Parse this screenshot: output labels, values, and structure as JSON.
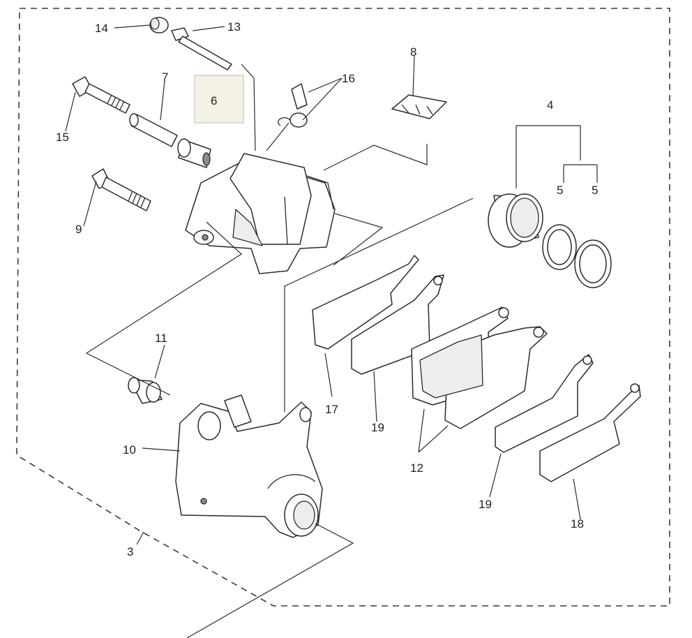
{
  "highlight_color": "#f4f1e6",
  "callouts": [
    {
      "id": "label-3",
      "text": "3"
    },
    {
      "id": "label-4",
      "text": "4"
    },
    {
      "id": "label-5a",
      "text": "5"
    },
    {
      "id": "label-5b",
      "text": "5"
    },
    {
      "id": "label-6",
      "text": "6"
    },
    {
      "id": "label-7",
      "text": "7"
    },
    {
      "id": "label-8",
      "text": "8"
    },
    {
      "id": "label-9",
      "text": "9"
    },
    {
      "id": "label-10",
      "text": "10"
    },
    {
      "id": "label-11",
      "text": "11"
    },
    {
      "id": "label-12",
      "text": "12"
    },
    {
      "id": "label-13",
      "text": "13"
    },
    {
      "id": "label-14",
      "text": "14"
    },
    {
      "id": "label-15",
      "text": "15"
    },
    {
      "id": "label-16",
      "text": "16"
    },
    {
      "id": "label-17",
      "text": "17"
    },
    {
      "id": "label-18",
      "text": "18"
    },
    {
      "id": "label-19a",
      "text": "19"
    },
    {
      "id": "label-19b",
      "text": "19"
    }
  ]
}
